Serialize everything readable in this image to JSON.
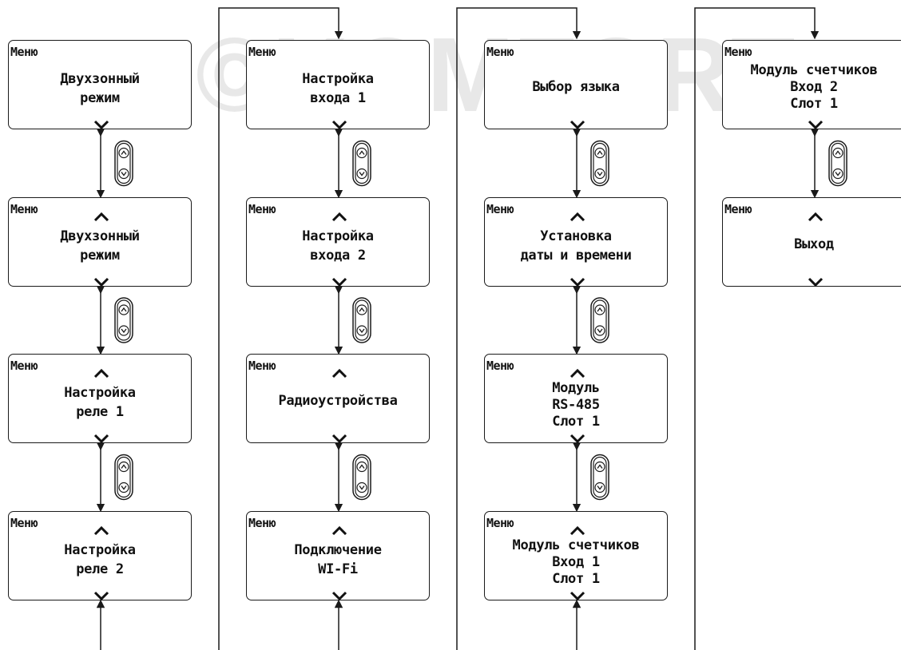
{
  "watermark": "KOMFORT",
  "menu_label": "Меню",
  "columns": [
    {
      "screens": [
        {
          "title": "Меню",
          "lines": [
            "Двухзонный",
            "режим"
          ],
          "has_up": false
        },
        {
          "title": "Меню",
          "lines": [
            "Двухзонный",
            "режим"
          ],
          "has_up": true
        },
        {
          "title": "Меню",
          "lines": [
            "Настройка",
            "реле 1"
          ],
          "has_up": true
        },
        {
          "title": "Меню",
          "lines": [
            "Настройка",
            "реле 2"
          ],
          "has_up": true
        }
      ]
    },
    {
      "screens": [
        {
          "title": "Меню",
          "lines": [
            "Настройка",
            "входа 1"
          ],
          "has_up": false
        },
        {
          "title": "Меню",
          "lines": [
            "Настройка",
            "входа 2"
          ],
          "has_up": true
        },
        {
          "title": "Меню",
          "lines": [
            "Радиоустройства"
          ],
          "has_up": true
        },
        {
          "title": "Меню",
          "lines": [
            "Подключение",
            "WI-Fi"
          ],
          "has_up": true
        }
      ]
    },
    {
      "screens": [
        {
          "title": "Меню",
          "lines": [
            "Выбор языка"
          ],
          "has_up": false
        },
        {
          "title": "Меню",
          "lines": [
            "Установка",
            "даты и времени"
          ],
          "has_up": true
        },
        {
          "title": "Меню",
          "lines": [
            "Модуль",
            "RS-485",
            "Слот 1"
          ],
          "has_up": true
        },
        {
          "title": "Меню",
          "lines": [
            "Модуль счетчиков",
            "Вход 1",
            "Слот 1"
          ],
          "has_up": true
        }
      ]
    },
    {
      "screens": [
        {
          "title": "Меню",
          "lines": [
            "Модуль счетчиков",
            "Вход 2",
            "Слот 1"
          ],
          "has_up": false
        },
        {
          "title": "Меню",
          "lines": [
            "Выход"
          ],
          "has_up": true
        }
      ]
    }
  ],
  "colors": {
    "line": "#1a1a1a",
    "watermark": "#e8e8e8"
  },
  "icons": {
    "nav_buttons": "up-down-rocker-icon",
    "up": "chevron-up-icon",
    "down": "chevron-down-icon"
  }
}
